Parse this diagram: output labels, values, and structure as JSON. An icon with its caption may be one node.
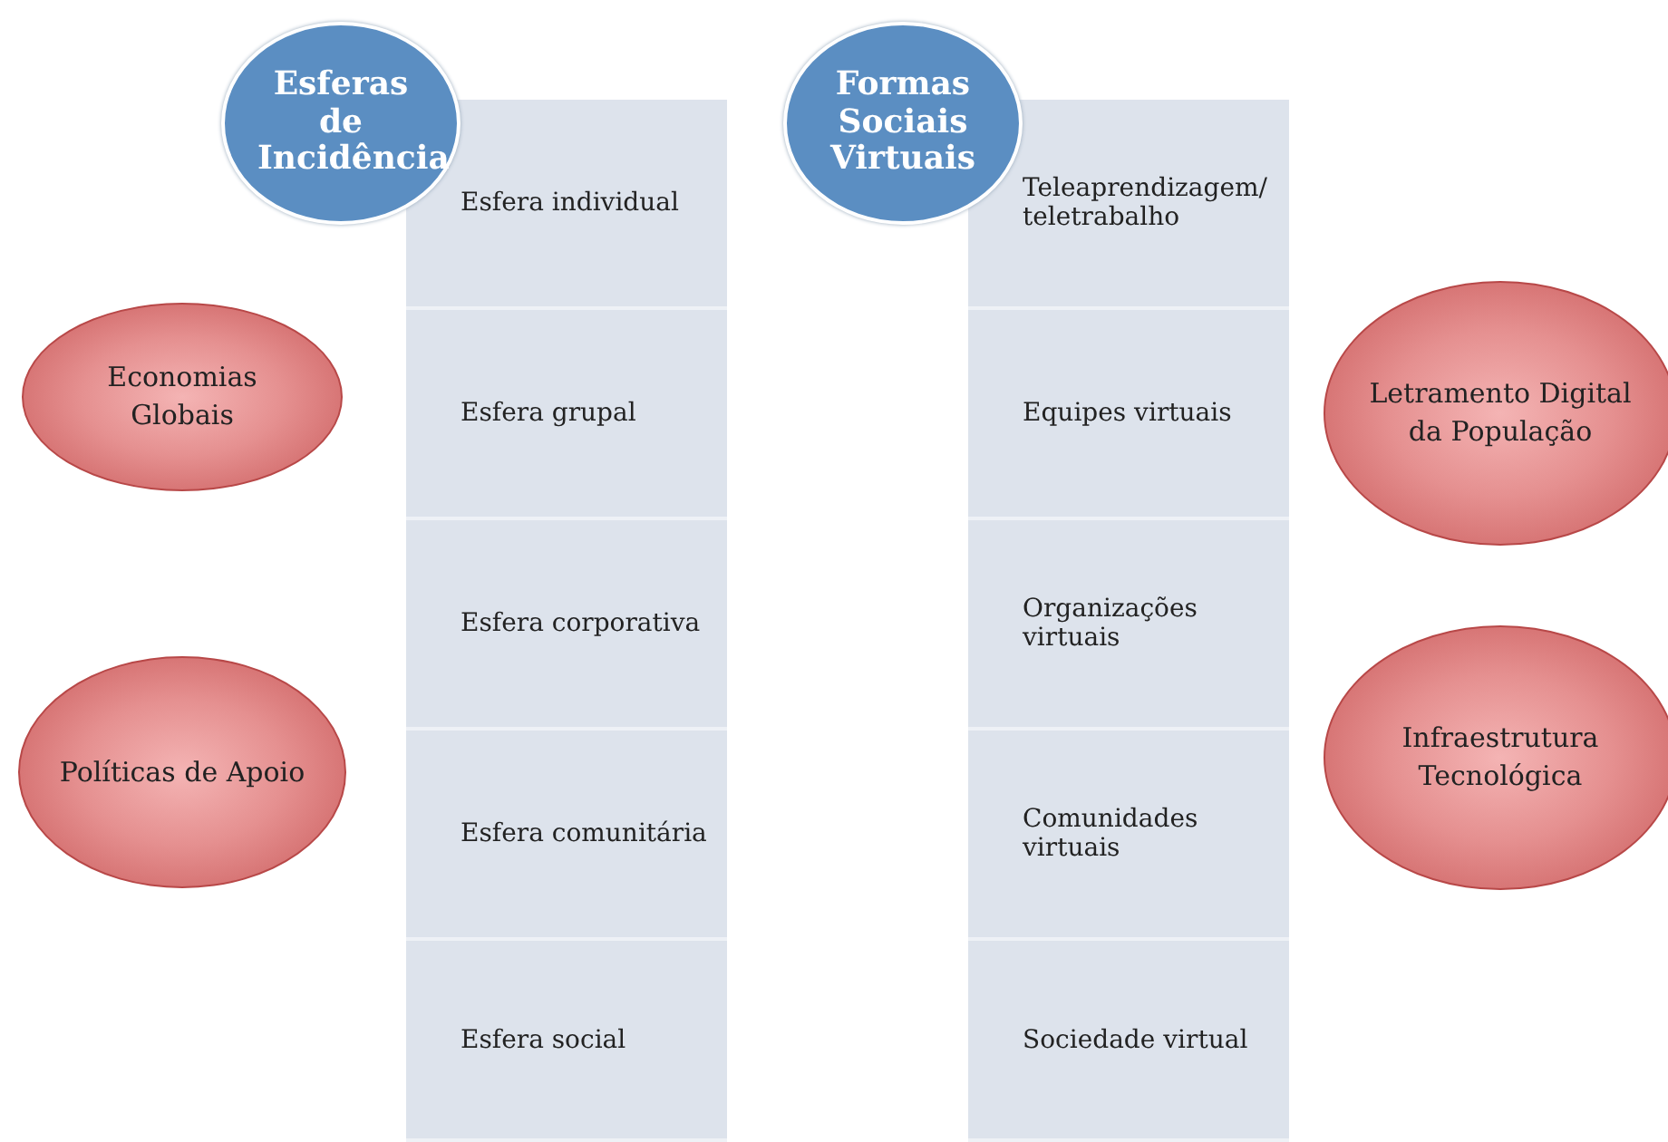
{
  "diagram": {
    "nodes": [
      {
        "text": [
          "Esferas de Incidência"
        ]
      },
      {
        "text": [
          "Esfera individual"
        ]
      },
      {
        "text": [
          "Esfera grupal"
        ]
      },
      {
        "text": [
          "Esfera corporativa"
        ]
      },
      {
        "text": [
          "Esfera comunitária"
        ]
      },
      {
        "text": [
          "Esfera social"
        ]
      },
      {
        "text": [
          "Formas Sociais Virtuais"
        ]
      },
      {
        "text": [
          "Teleaprendizagem/ teletrabalho"
        ]
      },
      {
        "text": [
          "Equipes virtuais"
        ]
      },
      {
        "text": [
          "Organizações virtuais"
        ]
      },
      {
        "text": [
          "Comunidades virtuais"
        ]
      },
      {
        "text": [
          "Sociedade virtual"
        ]
      },
      {
        "text": [
          "Economias Globais"
        ]
      },
      {
        "text": [
          "Políticas de Apoio"
        ]
      },
      {
        "text": [
          "Letramento Digital da População"
        ]
      },
      {
        "text": [
          "Infraestrutura Tecnológica"
        ]
      }
    ],
    "edges": []
  }
}
